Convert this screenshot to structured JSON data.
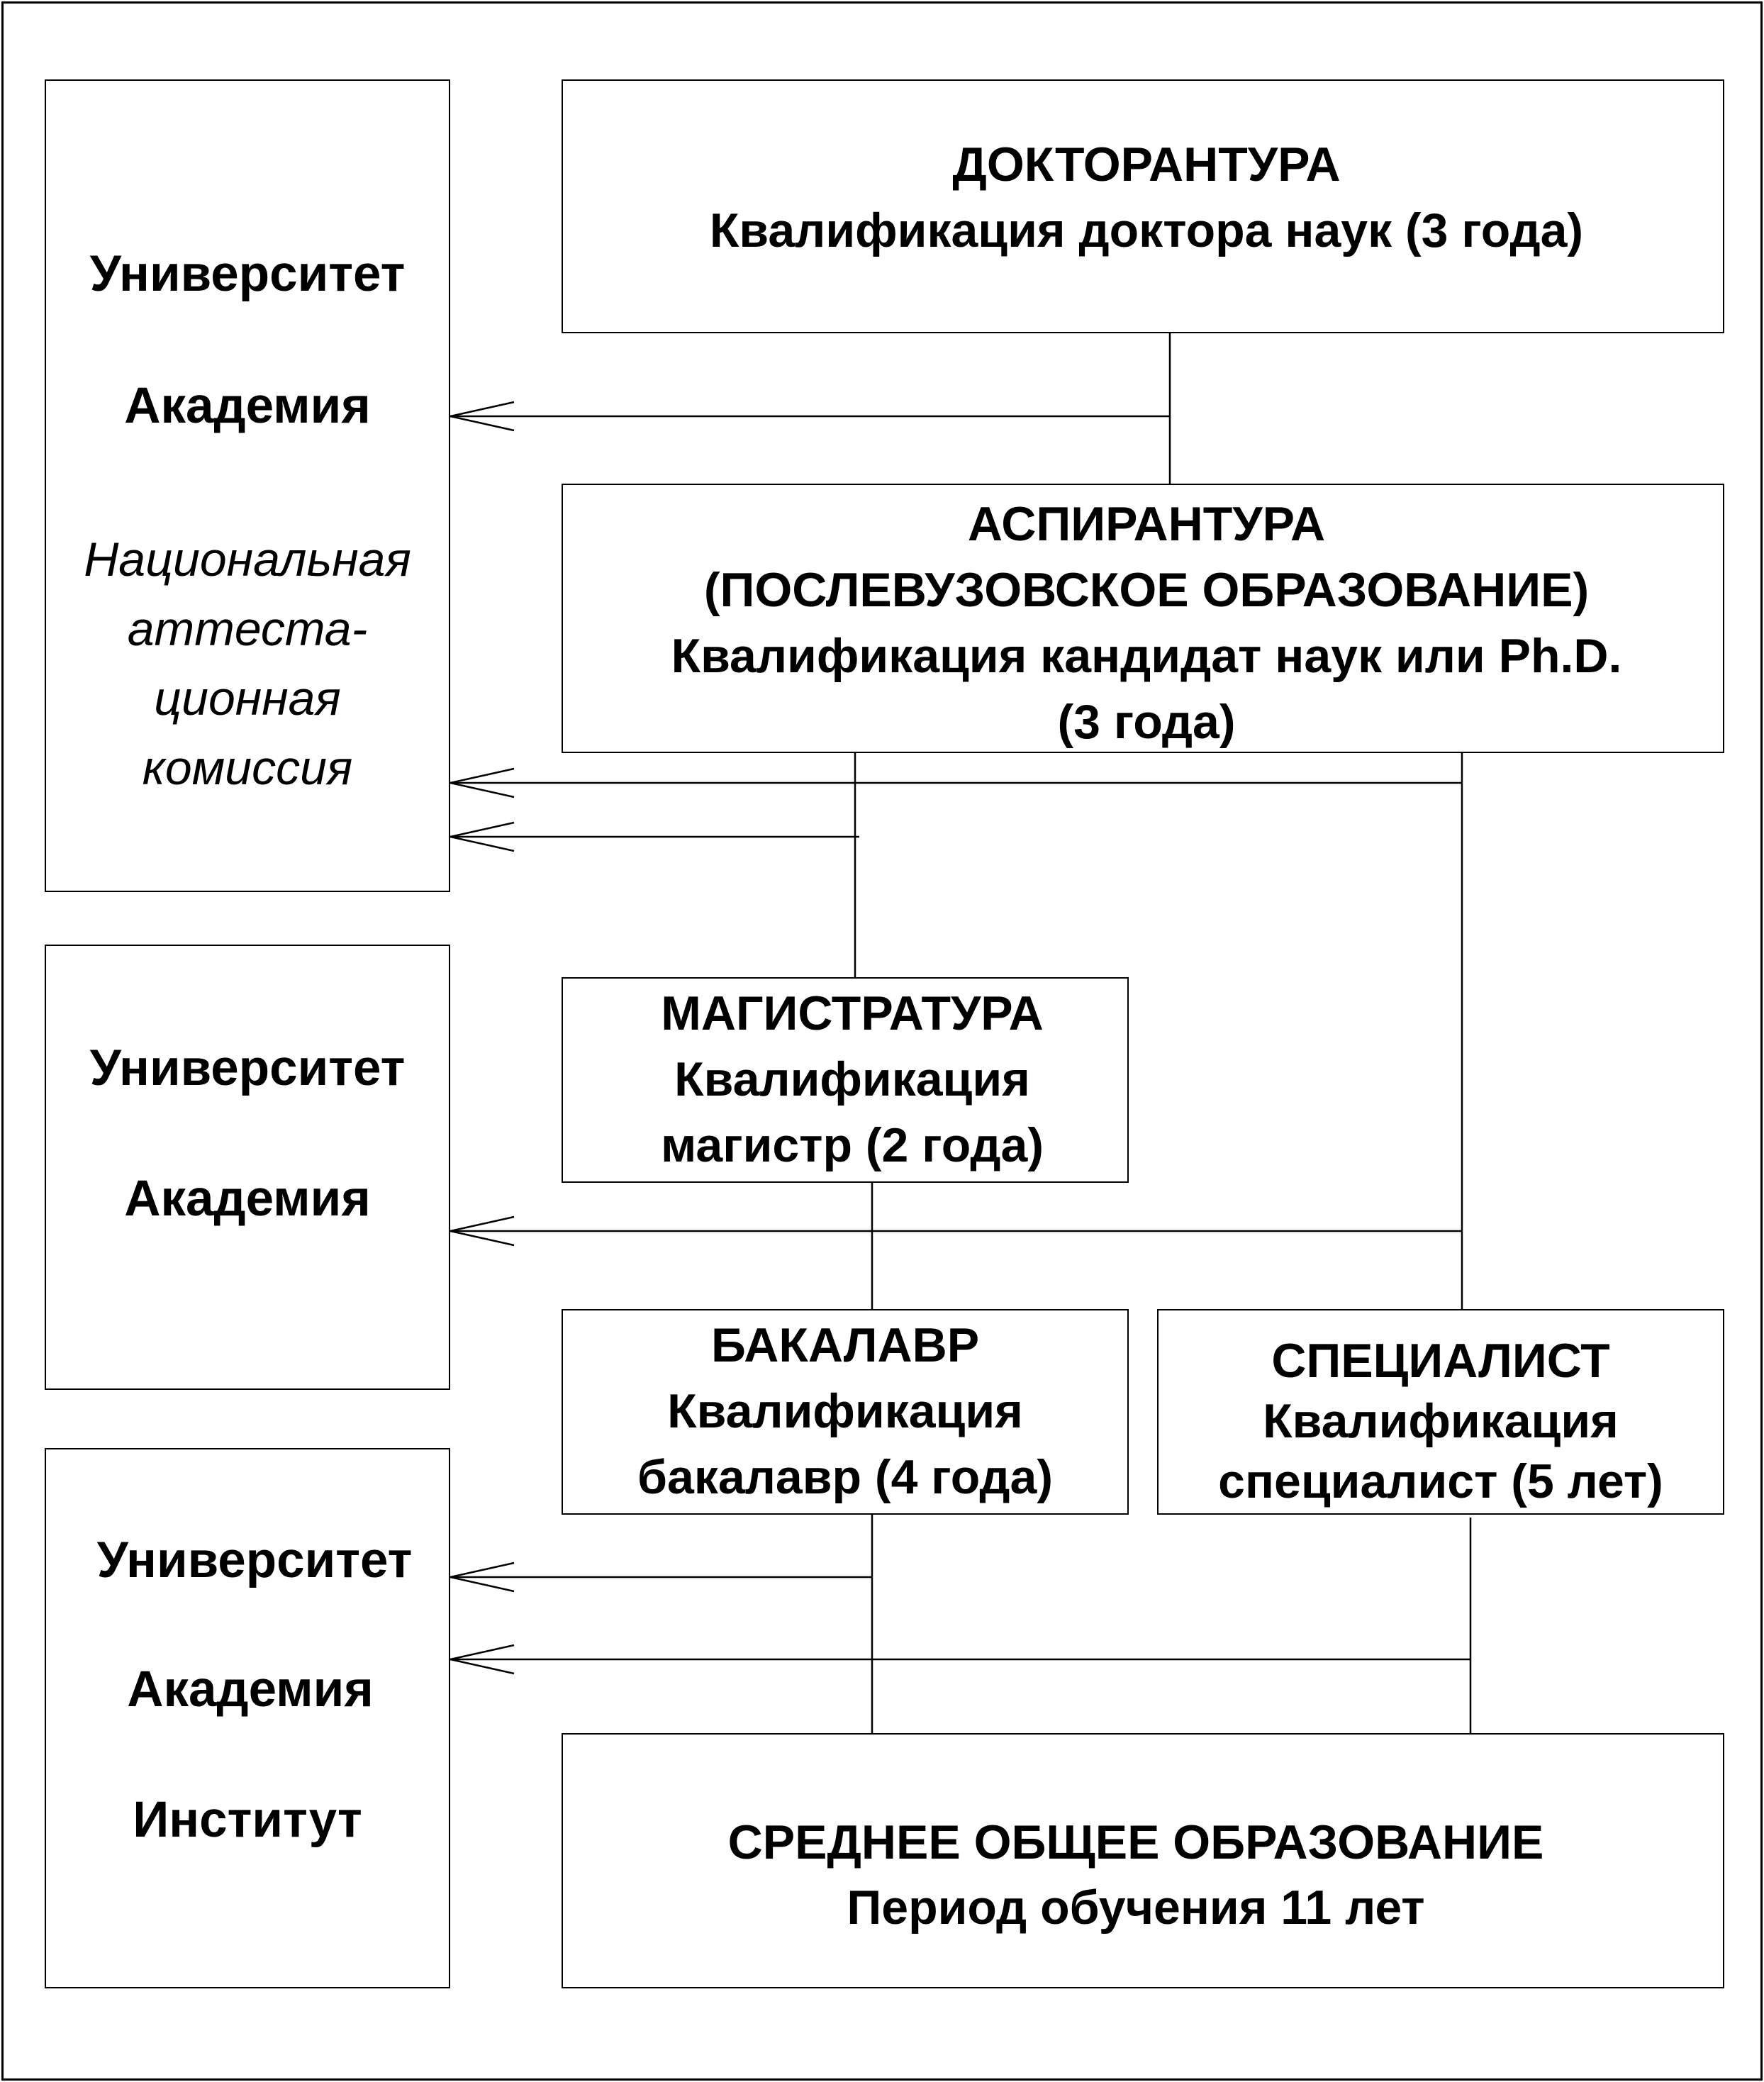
{
  "left_institutions": {
    "top": {
      "university": "Университет",
      "academy": "Академия",
      "commission_lines": [
        "Национальная",
        "аттеста-",
        "ционная",
        "комиссия"
      ]
    },
    "middle": {
      "university": "Университет",
      "academy": "Академия"
    },
    "bottom": {
      "university": "Университет",
      "academy": "Академия",
      "institute": "Институт"
    }
  },
  "levels": {
    "doctorate": {
      "lines": [
        "ДОКТОРАНТУРА",
        "Квалификация доктора наук (3 года)"
      ]
    },
    "postgraduate": {
      "lines": [
        "АСПИРАНТУРА",
        "(ПОСЛЕВУЗОВСКОЕ ОБРАЗОВАНИЕ)",
        "Квалификация кандидат наук или Ph.D.",
        "(3 года)"
      ]
    },
    "master": {
      "lines": [
        "МАГИСТРАТУРА",
        "Квалификация",
        "магистр (2 года)"
      ]
    },
    "bachelor": {
      "lines": [
        "БАКАЛАВР",
        "Квалификация",
        "бакалавр (4 года)"
      ]
    },
    "specialist": {
      "lines": [
        "СПЕЦИАЛИСТ",
        "Квалификация",
        "специалист (5 лет)"
      ]
    },
    "secondary": {
      "lines": [
        "СРЕДНЕЕ ОБЩЕЕ ОБРАЗОВАНИЕ",
        "Период обучения 11 лет"
      ]
    }
  },
  "colors": {
    "line": "#000000",
    "background": "#ffffff"
  }
}
